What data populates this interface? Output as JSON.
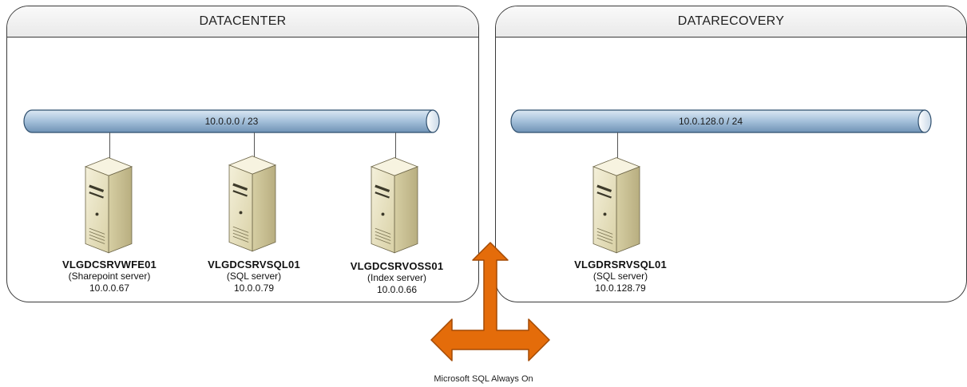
{
  "sites": {
    "datacenter": {
      "title": "DATACENTER",
      "network": "10.0.0.0 / 23"
    },
    "datarecovery": {
      "title": "DATARECOVERY",
      "network": "10.0.128.0 / 24"
    }
  },
  "servers": [
    {
      "hostname": "VLGDCSRVWFE01",
      "role": "(Sharepoint server)",
      "ip": "10.0.0.67"
    },
    {
      "hostname": "VLGDCSRVSQL01",
      "role": "(SQL server)",
      "ip": "10.0.0.79"
    },
    {
      "hostname": "VLGDCSRVOSS01",
      "role": "(Index server)",
      "ip": "10.0.0.66"
    },
    {
      "hostname": "VLGDRSRVSQL01",
      "role": "(SQL server)",
      "ip": "10.0.128.79"
    }
  ],
  "replication": {
    "label": "Microsoft SQL Always On"
  },
  "colors": {
    "network_bar": "#a9c4dd",
    "server_body": "#e8e2bf",
    "arrow": "#e46c0a"
  },
  "icons": {
    "server": "server-tower-icon",
    "replication": "three-way-arrow-icon"
  }
}
